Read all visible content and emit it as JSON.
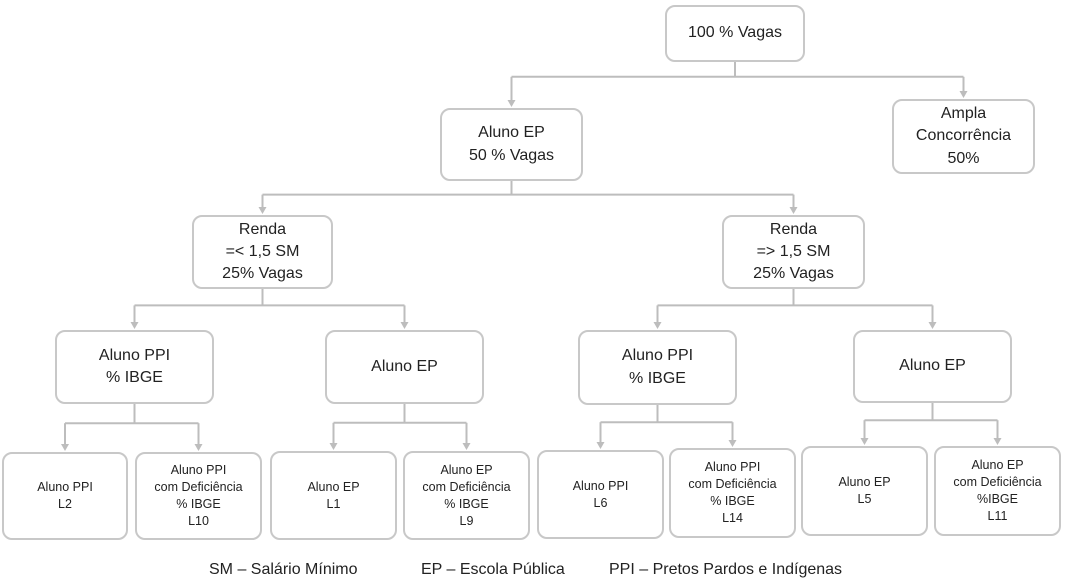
{
  "nodes": {
    "root": {
      "lines": [
        "100 % Vagas"
      ]
    },
    "aluno_ep": {
      "lines": [
        "Aluno EP",
        "50 % Vagas"
      ]
    },
    "ampla": {
      "lines": [
        "Ampla",
        "Concorrência",
        "50%"
      ]
    },
    "renda_low": {
      "lines": [
        "Renda",
        "=< 1,5 SM",
        "25% Vagas"
      ]
    },
    "renda_high": {
      "lines": [
        "Renda",
        "=> 1,5 SM",
        "25% Vagas"
      ]
    },
    "ppi_a": {
      "lines": [
        "Aluno PPI",
        "% IBGE"
      ]
    },
    "ep_a": {
      "lines": [
        "Aluno EP"
      ]
    },
    "ppi_b": {
      "lines": [
        "Aluno PPI",
        "% IBGE"
      ]
    },
    "ep_b": {
      "lines": [
        "Aluno EP"
      ]
    },
    "l2": {
      "lines": [
        "Aluno PPI",
        "L2"
      ]
    },
    "l10": {
      "lines": [
        "Aluno PPI",
        "com Deficiência",
        "% IBGE",
        "L10"
      ]
    },
    "l1": {
      "lines": [
        "Aluno EP",
        "L1"
      ]
    },
    "l9": {
      "lines": [
        "Aluno EP",
        "com Deficiência",
        "% IBGE",
        "L9"
      ]
    },
    "l6": {
      "lines": [
        "Aluno PPI",
        "L6"
      ]
    },
    "l14": {
      "lines": [
        "Aluno PPI",
        "com Deficiência",
        "% IBGE",
        "L14"
      ]
    },
    "l5": {
      "lines": [
        "Aluno EP",
        "L5"
      ]
    },
    "l11": {
      "lines": [
        "Aluno EP",
        "com Deficiência",
        "%IBGE",
        "L11"
      ]
    }
  },
  "legend": {
    "sm": "SM – Salário Mínimo",
    "ep": "EP – Escola Pública",
    "ppi": "PPI – Pretos Pardos e Indígenas"
  },
  "colors": {
    "box_border": "#c8c8c8",
    "connector": "#bdbdbd",
    "text": "#222222"
  }
}
